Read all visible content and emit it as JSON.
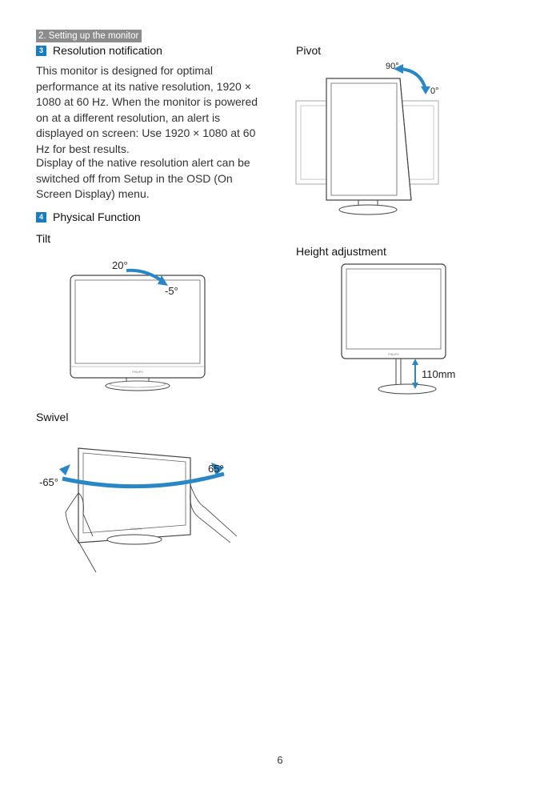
{
  "header": {
    "chapter": "2. Setting up the monitor"
  },
  "section3": {
    "number": "3",
    "title": "Resolution notification",
    "para1": "This monitor is designed for optimal performance at its native resolution, 1920 × 1080 at 60 Hz. When the monitor is powered on at a different resolution, an alert is displayed on screen: Use 1920 × 1080 at 60 Hz for best results.",
    "para2": "Display of the native resolution alert can be switched off from Setup in the OSD (On Screen Display) menu."
  },
  "section4": {
    "number": "4",
    "title": "Physical Function"
  },
  "tilt": {
    "title": "Tilt",
    "angle_back": "20°",
    "angle_forward": "-5°"
  },
  "swivel": {
    "title": "Swivel",
    "angle_left": "-65°",
    "angle_right": "65°"
  },
  "pivot": {
    "title": "Pivot",
    "angle_portrait": "90°",
    "angle_landscape": "0°"
  },
  "height": {
    "title": "Height adjustment",
    "range": "110mm"
  },
  "brand": "PHILIPS",
  "colors": {
    "accent": "#1a7cc1",
    "arrow": "#2a87c6",
    "chapter_bg": "#8c8c8c"
  },
  "footer": {
    "page_number": "6"
  }
}
